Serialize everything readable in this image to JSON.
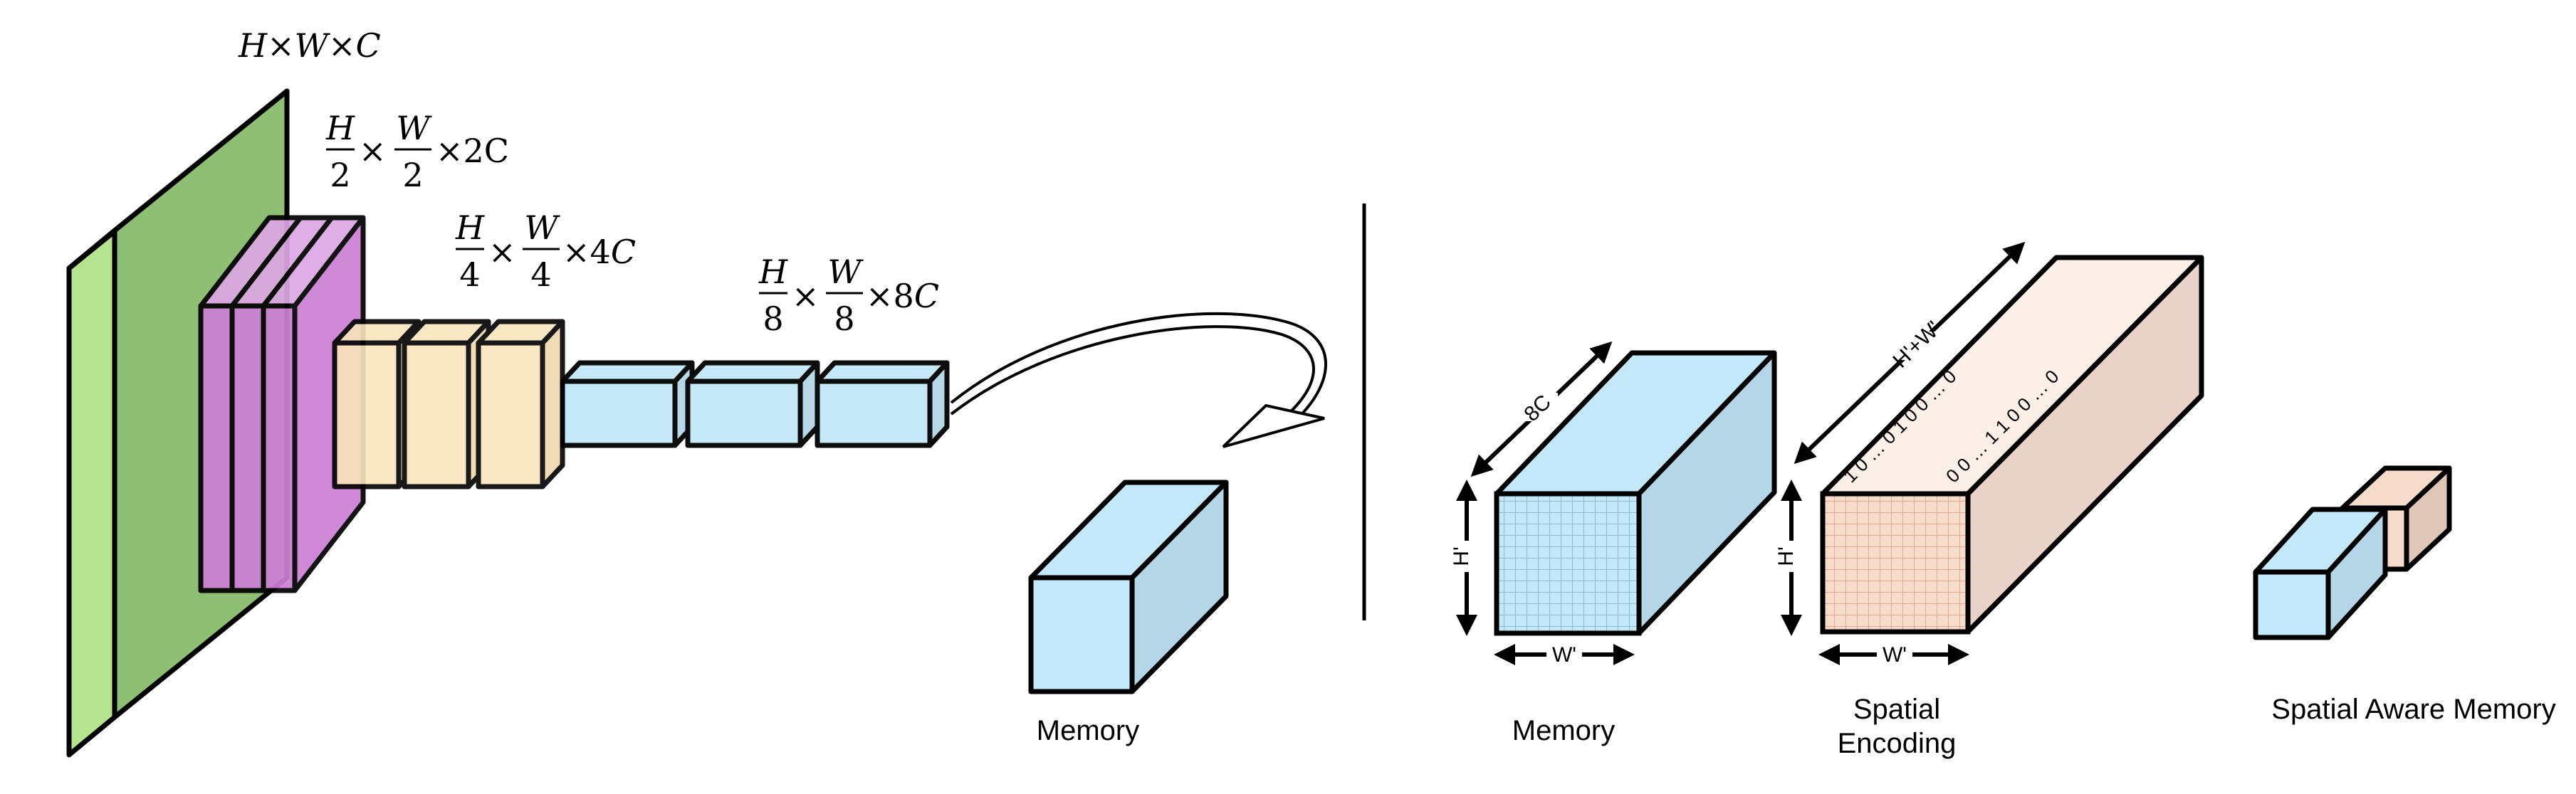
{
  "colors": {
    "green": "#8fbf72",
    "green_light": "#b5e38f",
    "purple": "#cc80d4",
    "purple_light": "#dea8e4",
    "peach": "#fae5bd",
    "blue": "#c2e8f9",
    "blue_side": "#b4d6e6",
    "pink": "#f8dccb",
    "pink_side": "#dfc7b7"
  },
  "labels": {
    "stage1": {
      "H": "H",
      "x1": "×",
      "W": "W",
      "x2": "×",
      "C": "C"
    },
    "stage2": {
      "num_h": "H",
      "den_h": "2",
      "x1": "×",
      "num_w": "W",
      "den_w": "2",
      "tail": "×2C"
    },
    "stage3": {
      "num_h": "H",
      "den_h": "4",
      "x1": "×",
      "num_w": "W",
      "den_w": "4",
      "tail": "×4",
      "c": "C"
    },
    "stage4": {
      "num_h": "H",
      "den_h": "8",
      "x1": "×",
      "num_w": "W",
      "den_w": "8",
      "tail": "×8",
      "c": "C"
    }
  },
  "memory_left": "Memory",
  "right_panel": {
    "memory": "Memory",
    "dim_8c": "8C",
    "dim_h": "H'",
    "dim_w": "W'",
    "spatial_line1": "Spatial",
    "spatial_line2": "Encoding",
    "dim_hw": "H'+W'",
    "enc_dim_h": "H'",
    "enc_dim_w": "W'",
    "seq_top": "1 0 … 0 1 0 0 … 0",
    "seq_bottom": "0 0 … 1 1 0 0 … 0",
    "spatial_aware_memory": "Spatial Aware Memory"
  }
}
